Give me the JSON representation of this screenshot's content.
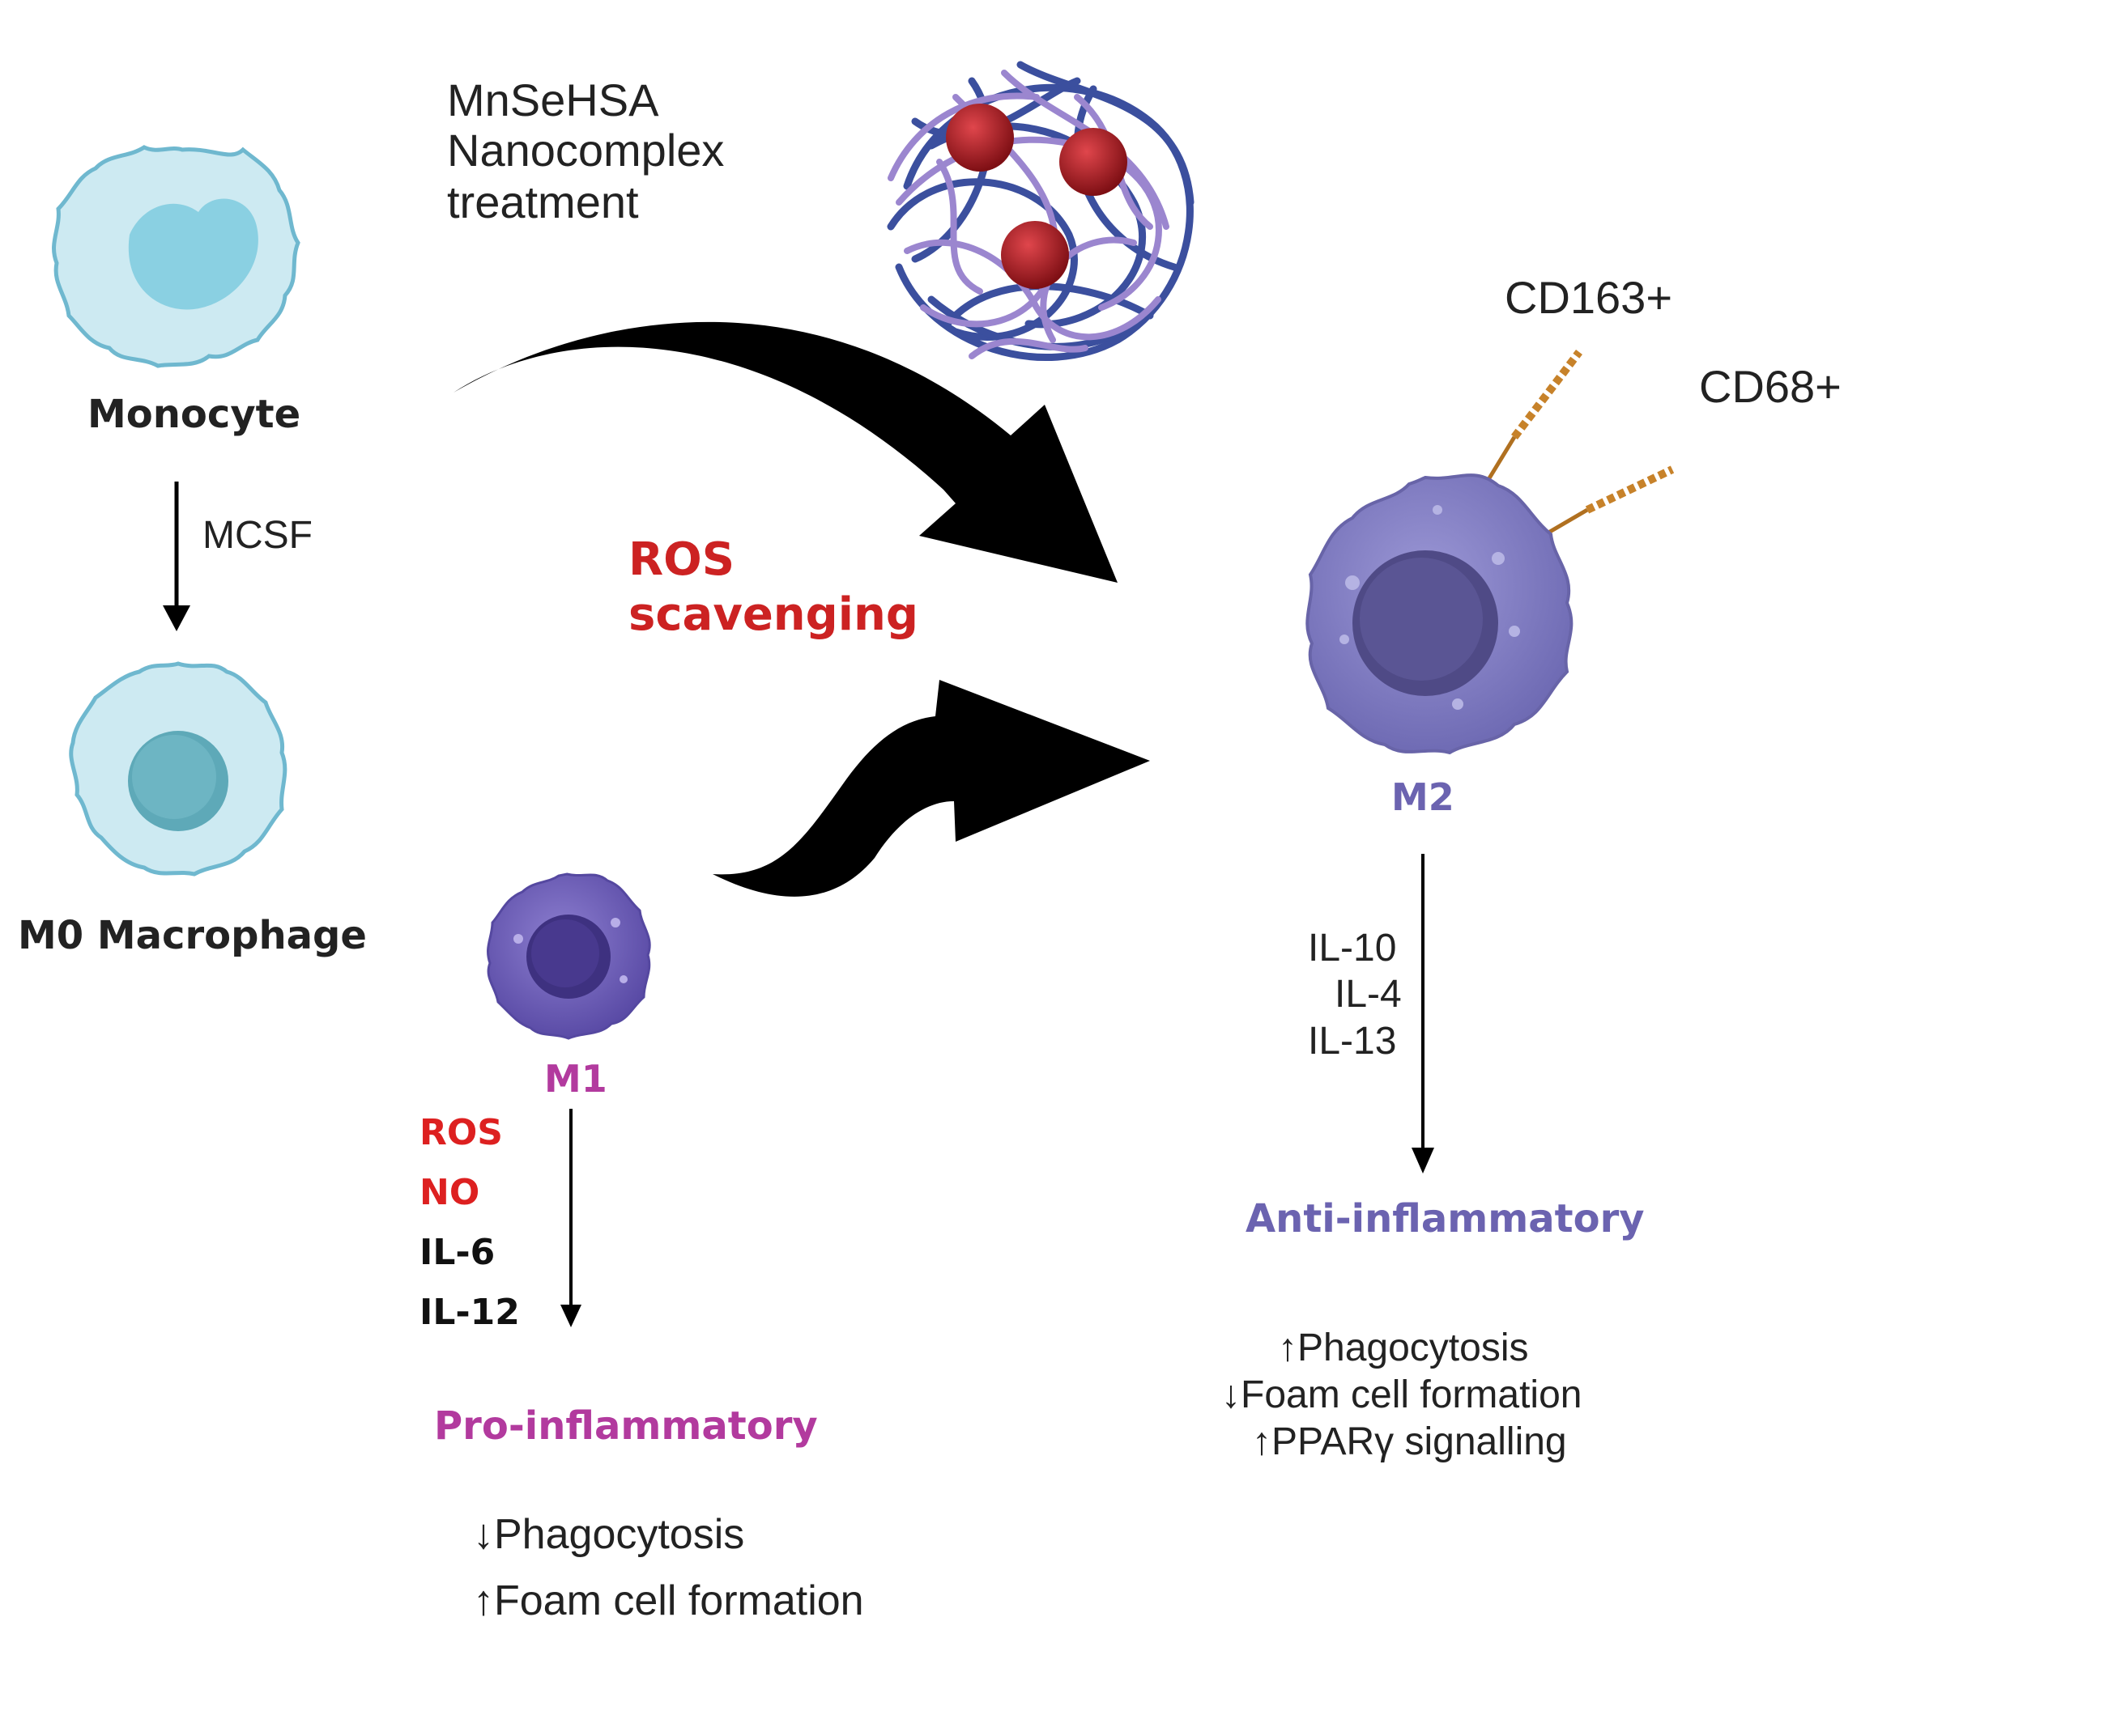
{
  "colors": {
    "background": "#ffffff",
    "monocyte_fill": "#cdeaf2",
    "monocyte_outline": "#6fb8cf",
    "monocyte_nucleus": "#86cfe0",
    "m1_fill": "#7a6bc0",
    "m1_nucleus": "#4a3c8c",
    "m2_fill": "#8a87c8",
    "m2_nucleus": "#4f4a86",
    "nanocomplex_blue": "#3b4f9e",
    "nanocomplex_purple": "#9b86cf",
    "nanoparticle_red": "#a81c22",
    "ros_red": "#cc2222",
    "m1_label": "#b23a9e",
    "m2_label": "#6b63b0",
    "receptor": "#c7822a",
    "arrow": "#000000"
  },
  "labels": {
    "monocyte": "Monocyte",
    "mcsf": "MCSF",
    "m0_macrophage": "M0 Macrophage",
    "treatment": [
      "MnSeHSA",
      "Nanocomplex",
      "treatment"
    ],
    "ros_scavenging": [
      "ROS",
      "scavenging"
    ],
    "cd163": "CD163+",
    "cd68": "CD68+",
    "m2": "M2",
    "m1": "M1",
    "m2_cytokines": [
      "IL-10",
      "IL-4",
      "IL-13"
    ],
    "anti_inflammatory": "Anti-inflammatory",
    "m2_effects": [
      "↑Phagocytosis",
      "↓Foam cell formation",
      "↑PPARγ signalling"
    ],
    "m1_mediators_red": [
      "ROS",
      "NO"
    ],
    "m1_mediators_black": [
      "IL-6",
      "IL-12"
    ],
    "pro_inflammatory": "Pro-inflammatory",
    "m1_effects": [
      "↓Phagocytosis",
      "↑Foam cell formation"
    ]
  },
  "icons": [
    "monocyte-cell-icon",
    "m0-macrophage-cell-icon",
    "m1-macrophage-cell-icon",
    "m2-macrophage-cell-icon",
    "nanocomplex-icon",
    "receptor-icon"
  ]
}
